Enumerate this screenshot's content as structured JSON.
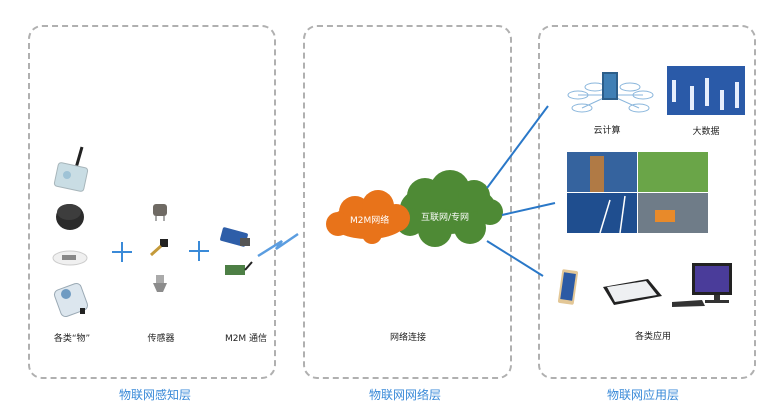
{
  "layers": [
    {
      "title": "物联网感知层",
      "caption": ""
    },
    {
      "title": "物联网网络层",
      "caption": "网络连接"
    },
    {
      "title": "物联网应用层",
      "caption": "各类应用"
    }
  ],
  "perception": {
    "things_label": "各类“物”",
    "sensors_label": "传感器",
    "m2m_label": "M2M 通信",
    "plus_symbol": "+"
  },
  "network": {
    "m2m_cloud_label": "M2M网络",
    "internet_cloud_label": "互联网/专网",
    "m2m_cloud_color": "#e8731a",
    "internet_cloud_color": "#4e8a35"
  },
  "application": {
    "cloud_computing_label": "云计算",
    "big_data_label": "大数据",
    "apps_label": "各类应用"
  },
  "colors": {
    "accent_blue": "#3a8ad8",
    "dash_gray": "#b0b0b0",
    "line_blue": "#2a78c8"
  }
}
